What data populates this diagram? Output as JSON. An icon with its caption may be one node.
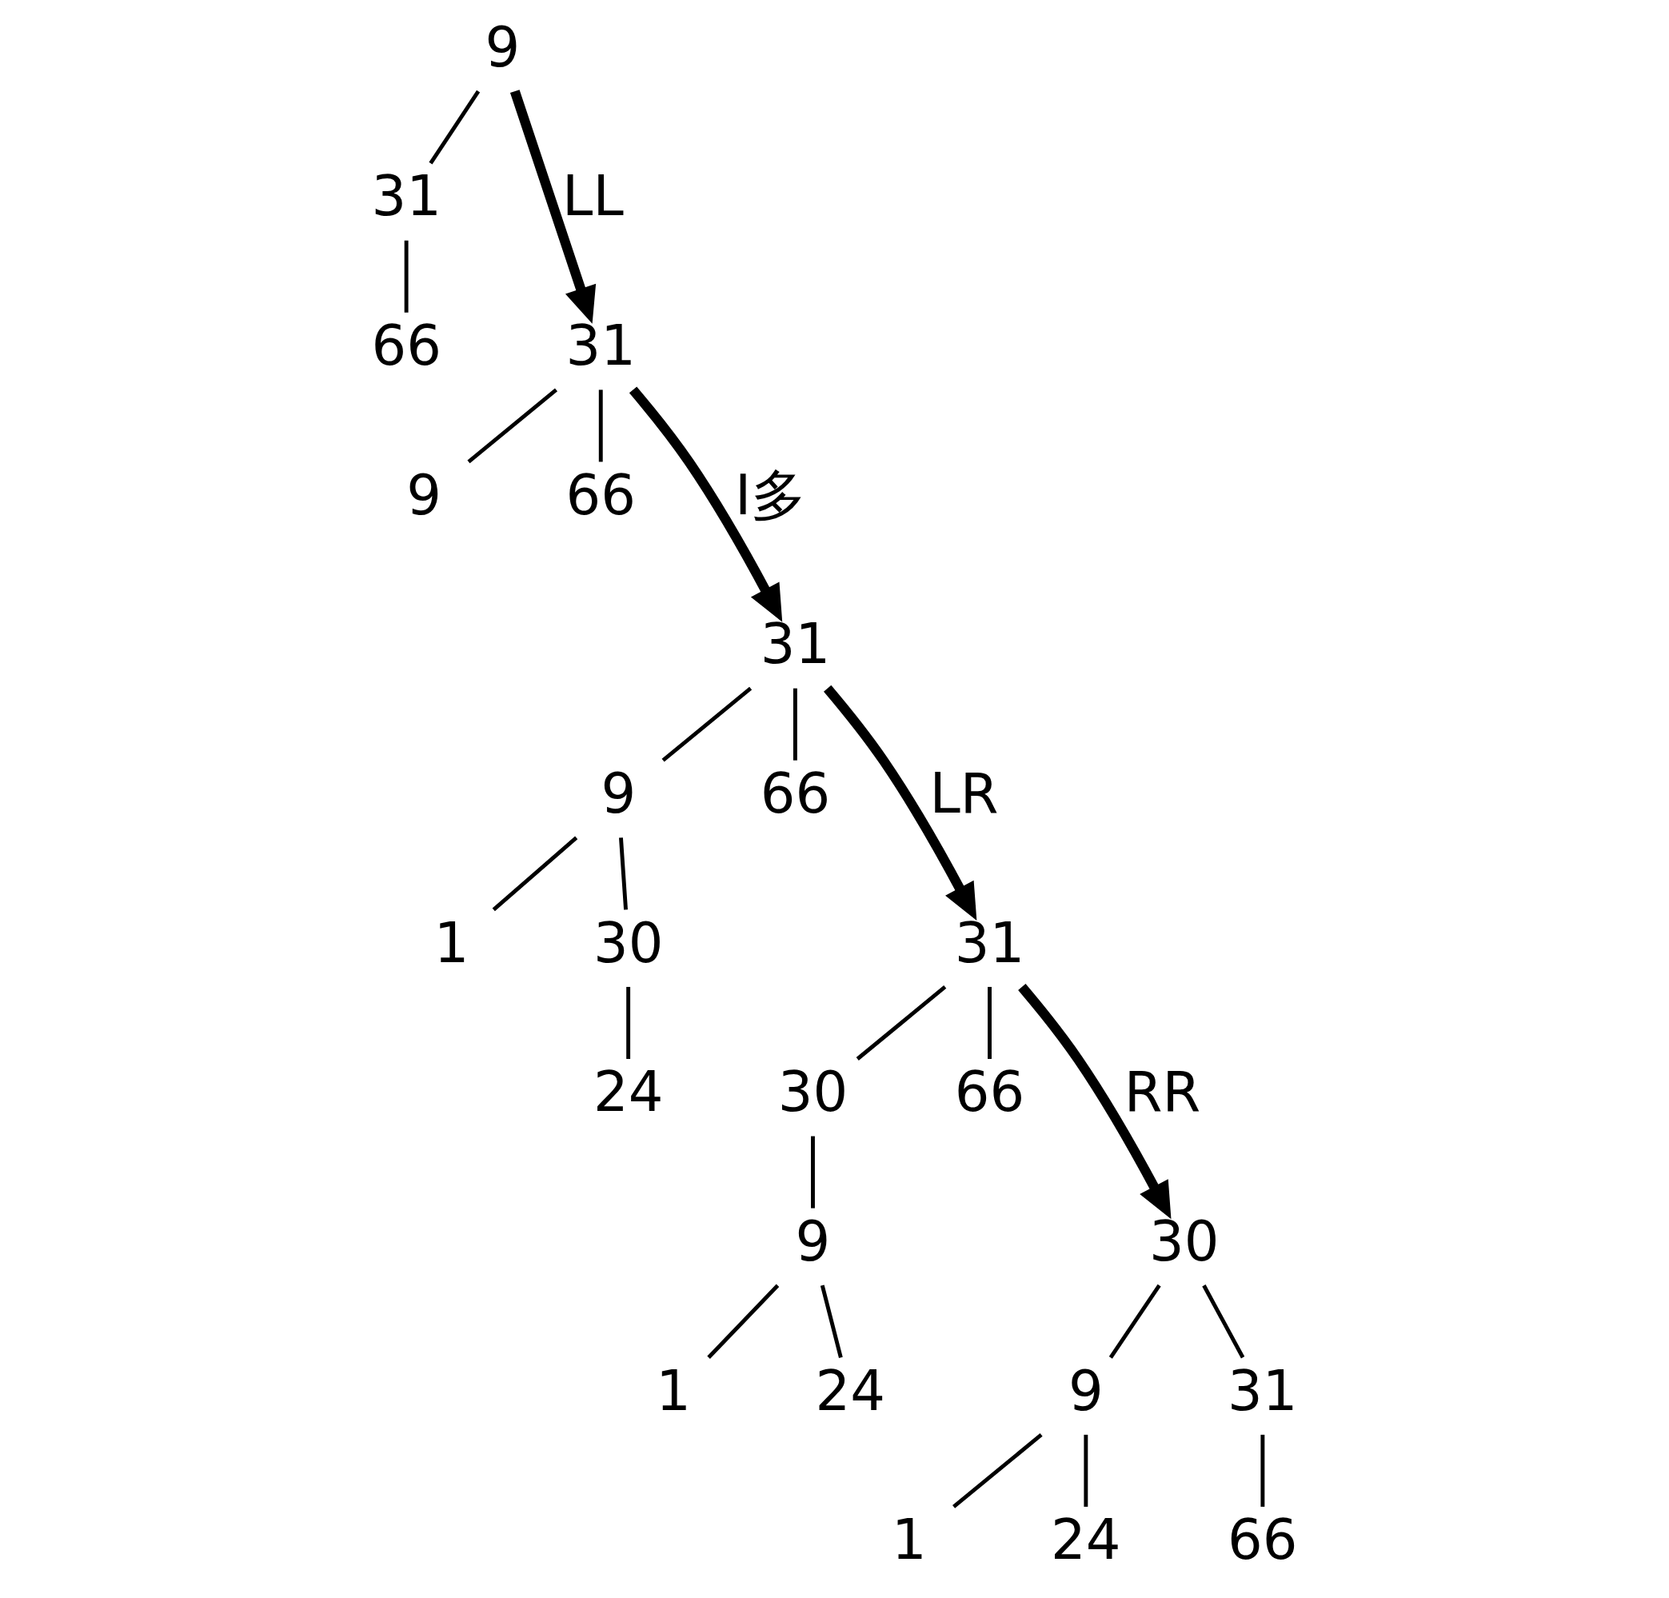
{
  "diagram": {
    "nodes": [
      {
        "text": [
          "9"
        ]
      },
      {
        "text": [
          "31"
        ]
      },
      {
        "text": [
          "66"
        ]
      },
      {
        "text": [
          "31"
        ]
      },
      {
        "text": [
          "9"
        ]
      },
      {
        "text": [
          "66"
        ]
      },
      {
        "text": [
          "31"
        ]
      },
      {
        "text": [
          "9"
        ]
      },
      {
        "text": [
          "66"
        ]
      },
      {
        "text": [
          "1"
        ]
      },
      {
        "text": [
          "30"
        ]
      },
      {
        "text": [
          "24"
        ]
      },
      {
        "text": [
          "31"
        ]
      },
      {
        "text": [
          "30"
        ]
      },
      {
        "text": [
          "66"
        ]
      },
      {
        "text": [
          "9"
        ]
      },
      {
        "text": [
          "1"
        ]
      },
      {
        "text": [
          "24"
        ]
      },
      {
        "text": [
          "30"
        ]
      },
      {
        "text": [
          "9"
        ]
      },
      {
        "text": [
          "31"
        ]
      },
      {
        "text": [
          "1"
        ]
      },
      {
        "text": [
          "24"
        ]
      },
      {
        "text": [
          "66"
        ]
      }
    ],
    "edges": [
      {
        "from": 0,
        "to": 1,
        "arrow": "none"
      },
      {
        "from": 1,
        "to": 2,
        "arrow": "none"
      },
      {
        "from": 0,
        "to": 3,
        "arrow": "to",
        "label": "LL",
        "style": "thick"
      },
      {
        "from": 3,
        "to": 4,
        "arrow": "none"
      },
      {
        "from": 3,
        "to": 5,
        "arrow": "none"
      },
      {
        "from": 3,
        "to": 6,
        "arrow": "to",
        "label": "I多",
        "style": "thick"
      },
      {
        "from": 6,
        "to": 7,
        "arrow": "none"
      },
      {
        "from": 6,
        "to": 8,
        "arrow": "none"
      },
      {
        "from": 7,
        "to": 9,
        "arrow": "none"
      },
      {
        "from": 7,
        "to": 10,
        "arrow": "none"
      },
      {
        "from": 10,
        "to": 11,
        "arrow": "none"
      },
      {
        "from": 6,
        "to": 12,
        "arrow": "to",
        "label": "LR",
        "style": "thick"
      },
      {
        "from": 12,
        "to": 13,
        "arrow": "none"
      },
      {
        "from": 12,
        "to": 14,
        "arrow": "none"
      },
      {
        "from": 13,
        "to": 15,
        "arrow": "none"
      },
      {
        "from": 15,
        "to": 16,
        "arrow": "none"
      },
      {
        "from": 15,
        "to": 17,
        "arrow": "none"
      },
      {
        "from": 12,
        "to": 18,
        "arrow": "to",
        "label": "RR",
        "style": "thick"
      },
      {
        "from": 18,
        "to": 19,
        "arrow": "none"
      },
      {
        "from": 18,
        "to": 20,
        "arrow": "none"
      },
      {
        "from": 19,
        "to": 21,
        "arrow": "none"
      },
      {
        "from": 19,
        "to": 22,
        "arrow": "none"
      },
      {
        "from": 20,
        "to": 23,
        "arrow": "none"
      }
    ]
  }
}
